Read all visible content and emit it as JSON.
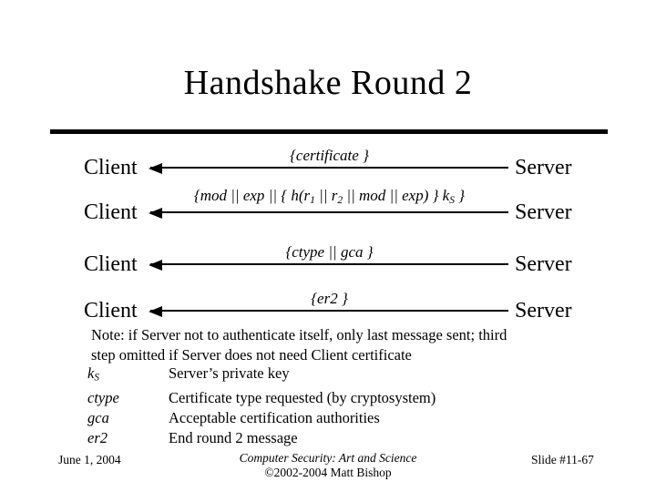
{
  "slide": {
    "title": "Handshake Round 2",
    "colors": {
      "background": "#ffffff",
      "text": "#000000"
    },
    "rows": [
      {
        "left": "Client",
        "right": "Server",
        "direction": "server-to-client",
        "label": [
          {
            "t": "{certificate }"
          }
        ]
      },
      {
        "left": "Client",
        "right": "Server",
        "direction": "server-to-client",
        "label": [
          {
            "t": "{mod || exp || { h(r"
          },
          {
            "t": "1",
            "sub": true
          },
          {
            "t": " || r"
          },
          {
            "t": "2",
            "sub": true
          },
          {
            "t": " || mod || exp) } k"
          },
          {
            "t": "S",
            "sub": true
          },
          {
            "t": " }"
          }
        ]
      },
      {
        "left": "Client",
        "right": "Server",
        "direction": "server-to-client",
        "label": [
          {
            "t": "{ctype || gca }"
          }
        ]
      },
      {
        "left": "Client",
        "right": "Server",
        "direction": "server-to-client",
        "label": [
          {
            "t": "{er2 }"
          }
        ]
      }
    ],
    "note_lines": [
      "Note: if Server not to authenticate itself, only last message sent; third",
      "step omitted if Server does not need Client certificate"
    ],
    "definitions": [
      {
        "term": [
          {
            "t": "k"
          },
          {
            "t": "S",
            "sub": true
          }
        ],
        "def": "Server’s private key"
      },
      {
        "term": [
          {
            "t": "ctype"
          }
        ],
        "def": "Certificate type requested (by cryptosystem)"
      },
      {
        "term": [
          {
            "t": "gca"
          }
        ],
        "def": "Acceptable certification authorities"
      },
      {
        "term": [
          {
            "t": "er2"
          }
        ],
        "def": "End round 2 message"
      }
    ],
    "footer": {
      "date": "June 1, 2004",
      "book_title": "Computer Security: Art and Science",
      "copyright": "©2002-2004 Matt Bishop",
      "slide_number": "Slide #11-67"
    }
  }
}
